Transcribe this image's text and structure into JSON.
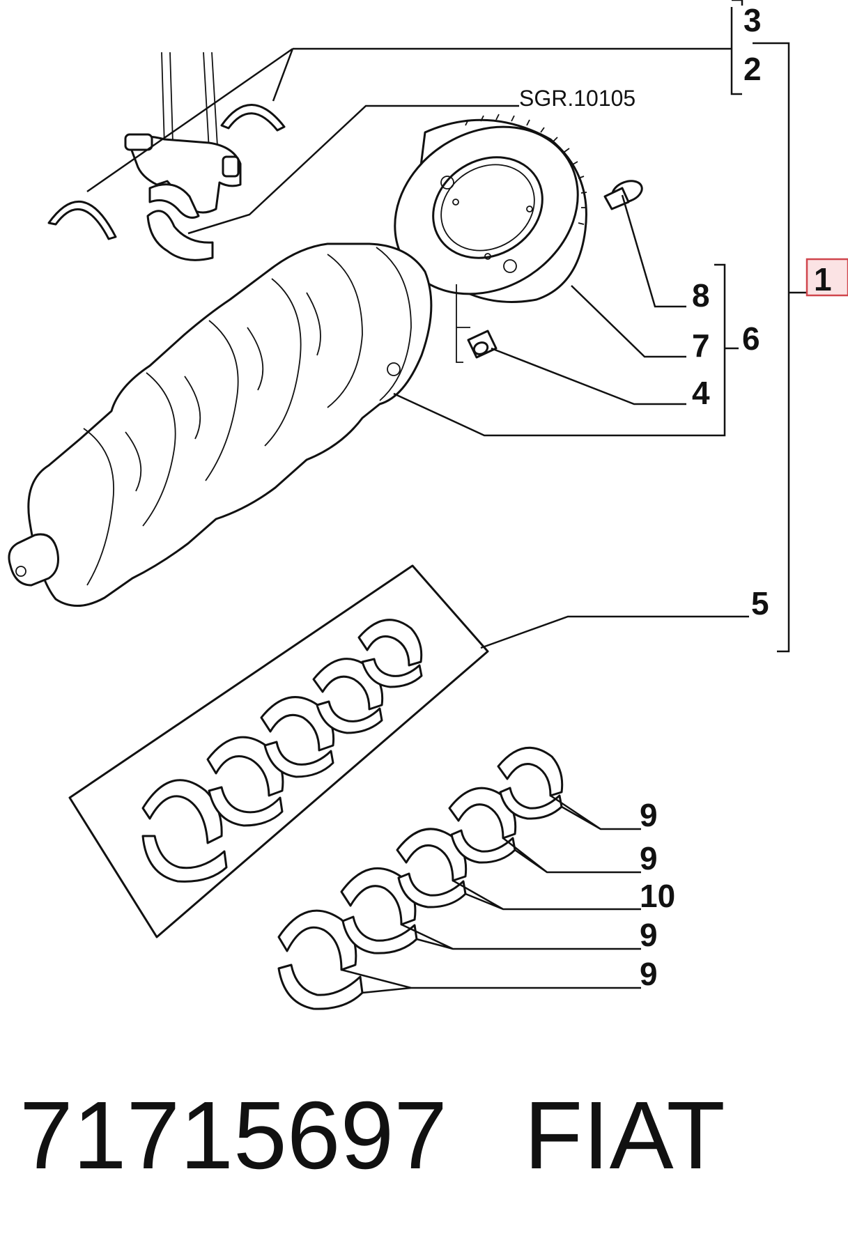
{
  "reference": "SGR.10105",
  "callouts": {
    "c1": "1",
    "c2": "2",
    "c3": "3",
    "c4": "4",
    "c5": "5",
    "c6": "6",
    "c7": "7",
    "c8": "8",
    "c9a": "9",
    "c9b": "9",
    "c10": "10",
    "c9c": "9",
    "c9d": "9"
  },
  "footer": {
    "part_number": "71715697",
    "brand": "FIAT"
  },
  "colors": {
    "line": "#111111",
    "highlight": "#d0454c",
    "highlight_fill": "#fbe3e4"
  }
}
